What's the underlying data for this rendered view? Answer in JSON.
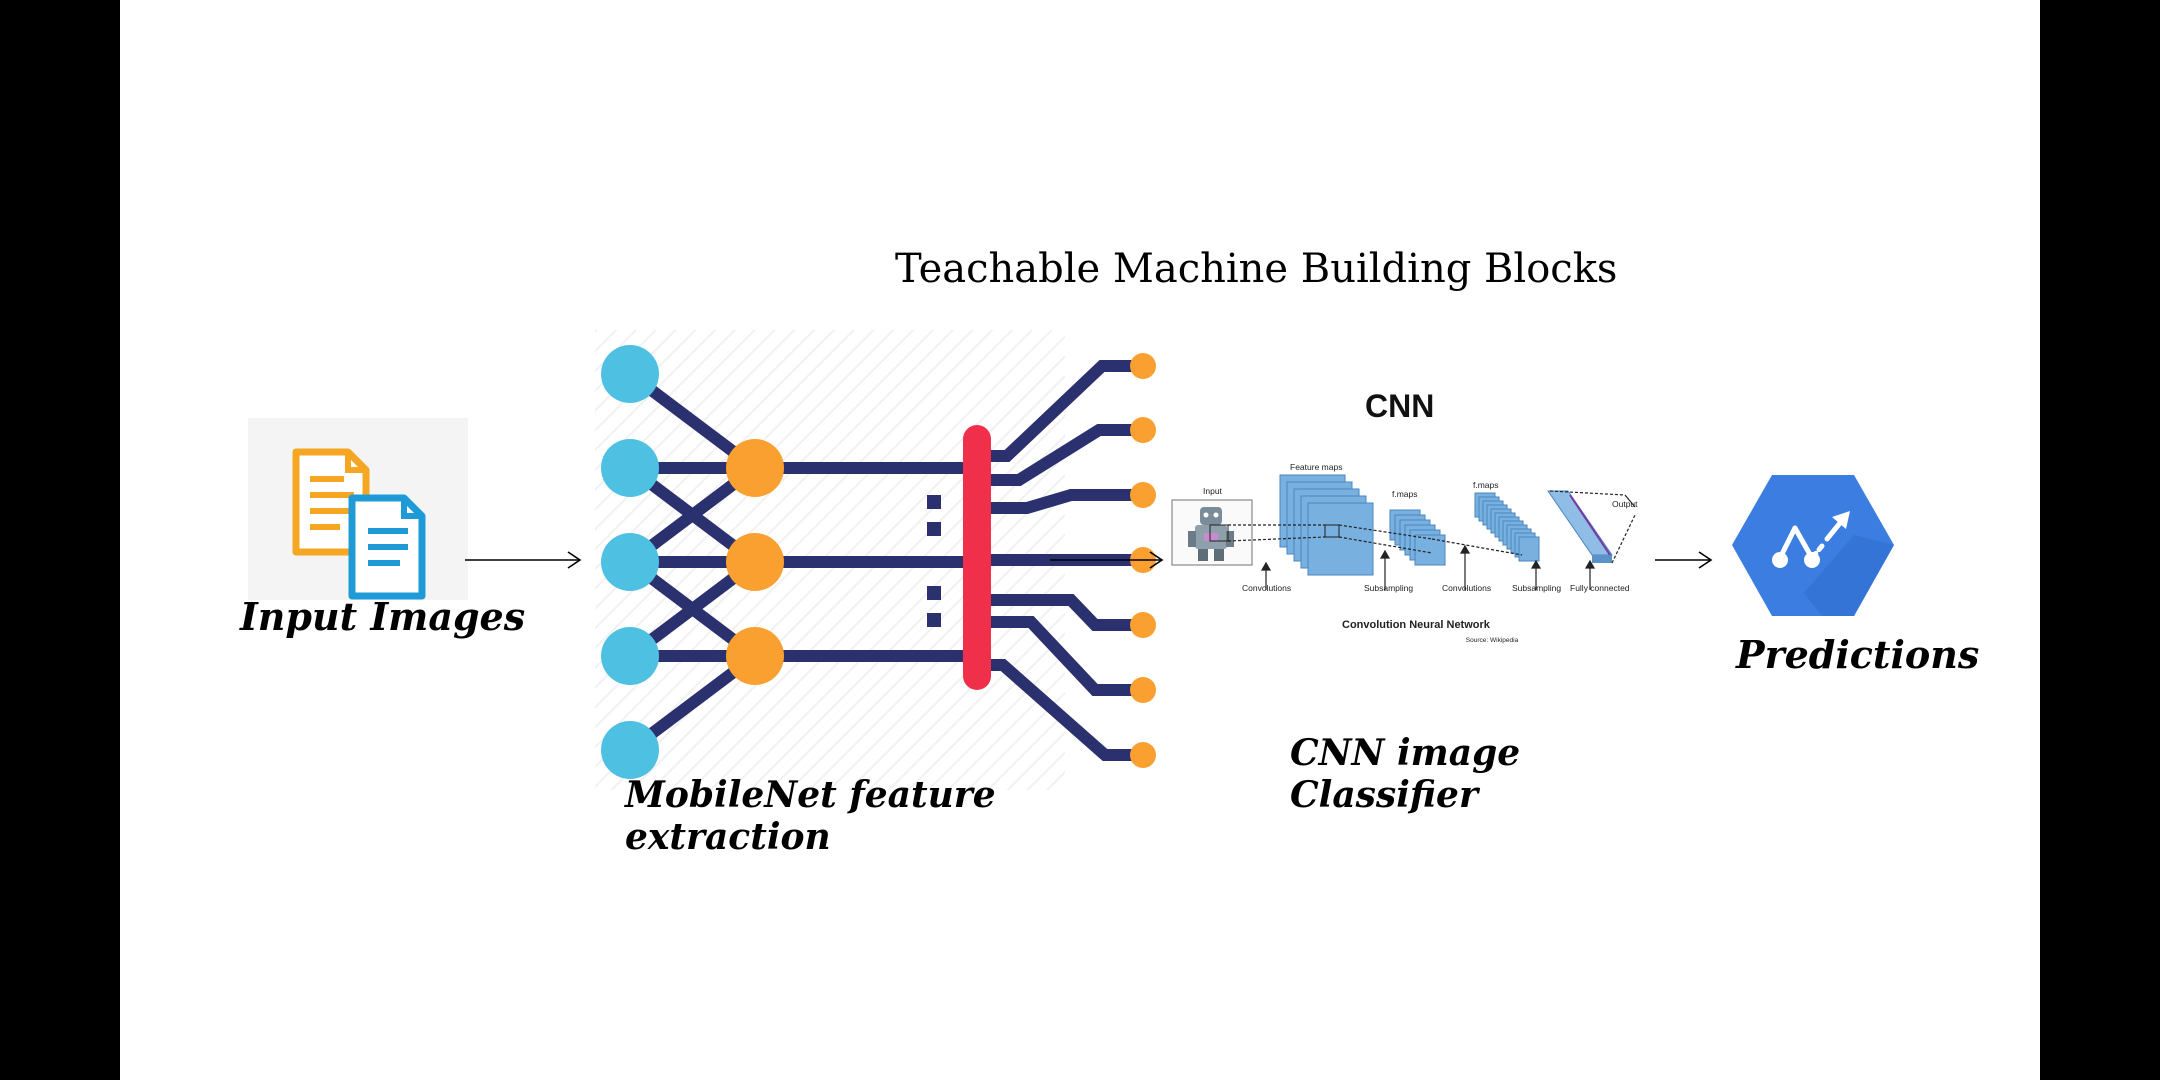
{
  "title": "Teachable Machine Building Blocks",
  "labels": {
    "input": "Input Images",
    "mobilenet_line1": "MobileNet feature",
    "mobilenet_line2": "extraction",
    "cnn_line1": "CNN image",
    "cnn_line2": "Classifier",
    "predictions": "Predictions"
  },
  "cnn_figure": {
    "heading": "CNN",
    "input": "Input",
    "feature_maps": "Feature maps",
    "fmaps1": "f.maps",
    "fmaps2": "f.maps",
    "output": "Output",
    "convolutions1": "Convolutions",
    "subsampling1": "Subsampling",
    "convolutions2": "Convolutions",
    "subsampling2": "Subsampling",
    "fully_connected": "Fully connected",
    "caption": "Convolution Neural Network",
    "source": "Source: Wikipedia"
  },
  "icons": {
    "input": "documents-icon",
    "network": "neural-network-icon",
    "predictions": "prediction-hexagon-icon"
  },
  "colors": {
    "background": "#ffffff",
    "frame": "#000000",
    "doc_orange": "#f5a623",
    "doc_blue": "#1e9bd7",
    "node_blue": "#4ec0e2",
    "node_orange": "#f9a031",
    "edge_navy": "#2b306e",
    "bar_red": "#f0304b",
    "hex_blue": "#3b7de0"
  }
}
